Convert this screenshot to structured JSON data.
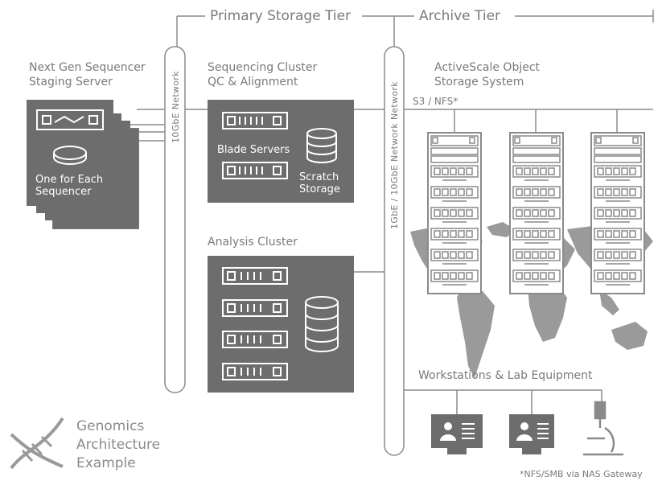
{
  "tiers": {
    "primary": "Primary Storage Tier",
    "archive": "Archive Tier"
  },
  "staging": {
    "title_line1": "Next Gen Sequencer",
    "title_line2": "Staging Server",
    "box_line1": "One for Each",
    "box_line2": "Sequencer"
  },
  "network_10gbe": "10GbE Network",
  "network_1gbe": "1GbE / 10GbE Network Network",
  "seq_cluster": {
    "title_line1": "Sequencing Cluster",
    "title_line2": "QC & Alignment",
    "blade_label": "Blade Servers",
    "scratch_line1": "Scratch",
    "scratch_line2": "Storage"
  },
  "analysis_cluster": {
    "title": "Analysis Cluster"
  },
  "activescale": {
    "title_line1": "ActiveScale Object",
    "title_line2": "Storage System",
    "protocol": "S3 / NFS*"
  },
  "workstations": {
    "title": "Workstations & Lab Equipment"
  },
  "caption": {
    "line1": "Genomics",
    "line2": "Architecture",
    "line3": "Example"
  },
  "footnote": "*NFS/SMB via NAS Gateway",
  "colors": {
    "dark_box": "#6d6d6d",
    "line": "#8a8a8a",
    "map": "#9a9a9a",
    "text": "#7a7a7a"
  }
}
